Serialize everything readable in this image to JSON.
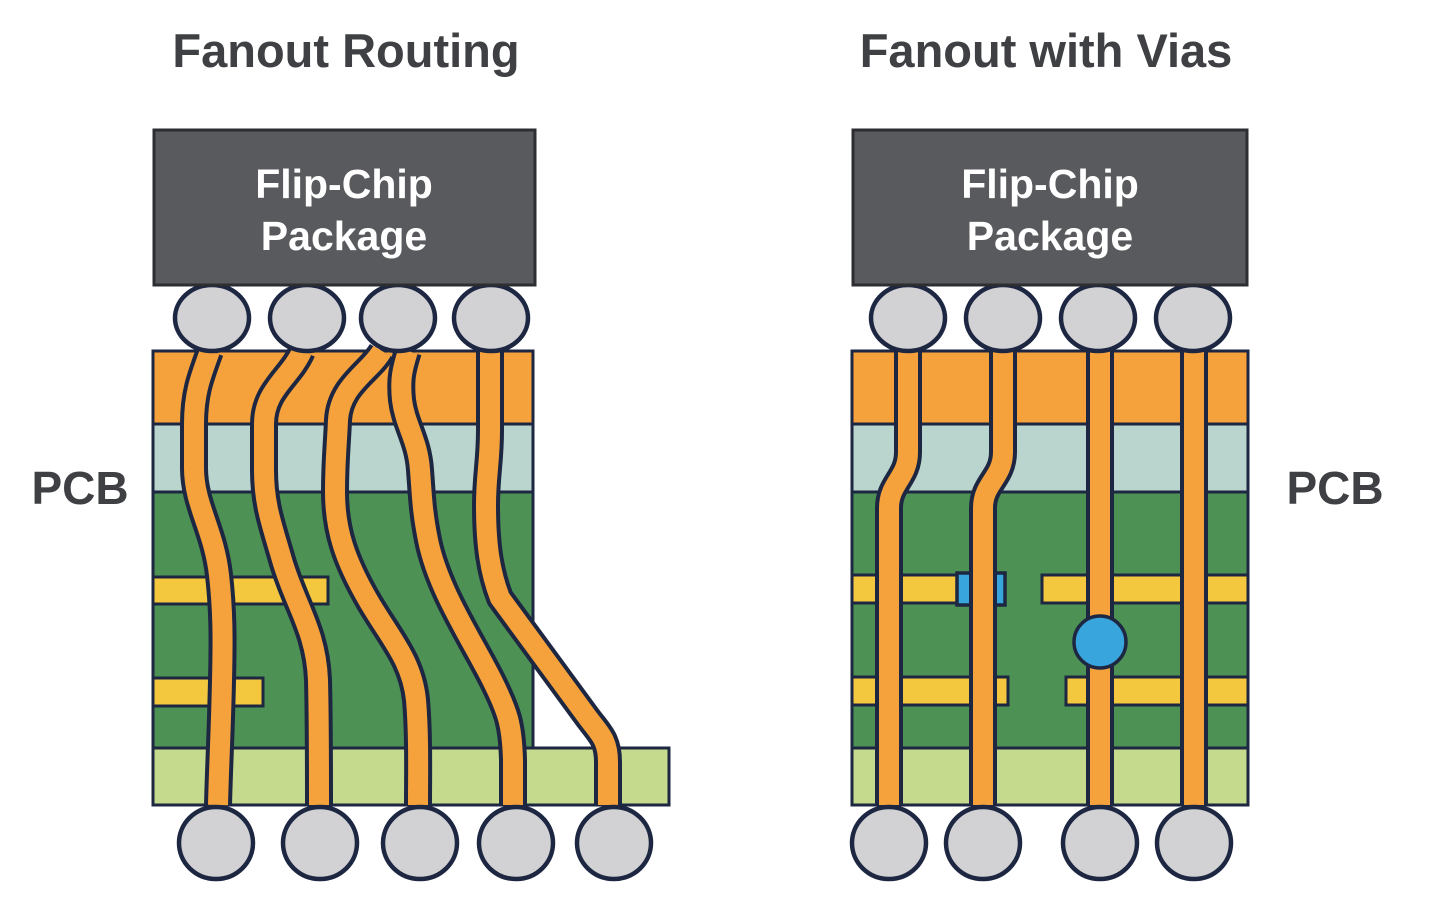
{
  "colors": {
    "background": "#ffffff",
    "title_text": "#3f4044",
    "package_fill": "#595a5d",
    "package_border": "#2d2e31",
    "package_text": "#ffffff",
    "ball_fill": "#d2d2d4",
    "outline_navy": "#1d2742",
    "copper_orange": "#f6a23c",
    "solder_mask_teal": "#b9d5ce",
    "core_green": "#4e9155",
    "bottom_layer_green": "#c6da8e",
    "inner_trace_yellow": "#f3c83f",
    "via_blue": "#38a5dd"
  },
  "left_diagram": {
    "title": "Fanout Routing",
    "package_label_line1": "Flip-Chip",
    "package_label_line2": "Package",
    "pcb_label": "PCB",
    "top_ball_count": 4,
    "bottom_ball_count": 5
  },
  "right_diagram": {
    "title": "Fanout with Vias",
    "package_label_line1": "Flip-Chip",
    "package_label_line2": "Package",
    "pcb_label": "PCB",
    "top_ball_count": 4,
    "bottom_ball_count": 4
  }
}
